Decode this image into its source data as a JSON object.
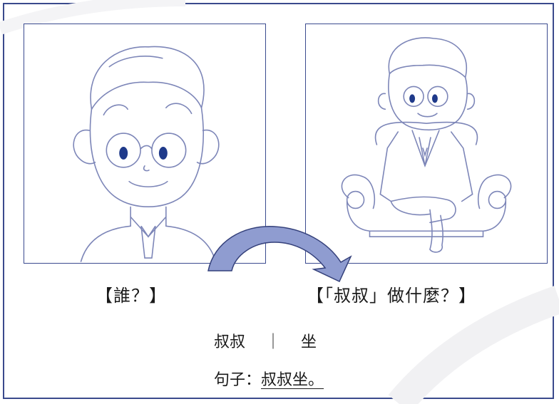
{
  "question_left": "【誰？】",
  "question_right": "【「叔叔」做什麼？】",
  "segment": {
    "subject": "叔叔",
    "separator": "｜",
    "verb": "坐"
  },
  "sentence": {
    "label": "句子：",
    "answer": "叔叔坐。"
  },
  "icons": {
    "left_picture": "uncle-portrait-illustration",
    "right_picture": "uncle-sitting-on-sofa-illustration",
    "connector": "curved-arrow-icon"
  },
  "colors": {
    "frame": "#3a4a8c",
    "line_art": "#7d86b8",
    "arrow_fill": "#8f9cd0"
  }
}
